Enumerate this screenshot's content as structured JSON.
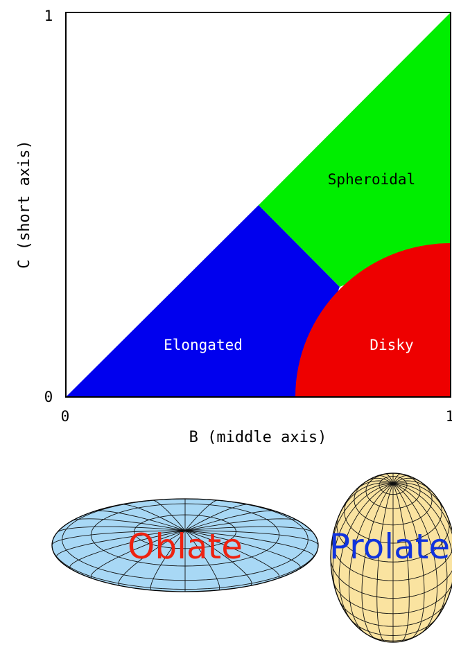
{
  "axes": {
    "x_label": "B (middle axis)",
    "y_label": "C (short axis)",
    "x_ticks": [
      "0",
      "1"
    ],
    "y_ticks": [
      "0",
      "1"
    ]
  },
  "regions": {
    "spheroidal": "Spheroidal",
    "elongated": "Elongated",
    "disky": "Disky"
  },
  "shapes": {
    "oblate": "Oblate",
    "prolate": "Prolate"
  },
  "colors": {
    "spheroidal": "#00ee00",
    "elongated": "#0000ee",
    "disky": "#ee0000",
    "oblate_fill": "#a8d8f5",
    "prolate_fill": "#fae3a0",
    "oblate_label": "#ee2211",
    "prolate_label": "#1133dd"
  }
}
